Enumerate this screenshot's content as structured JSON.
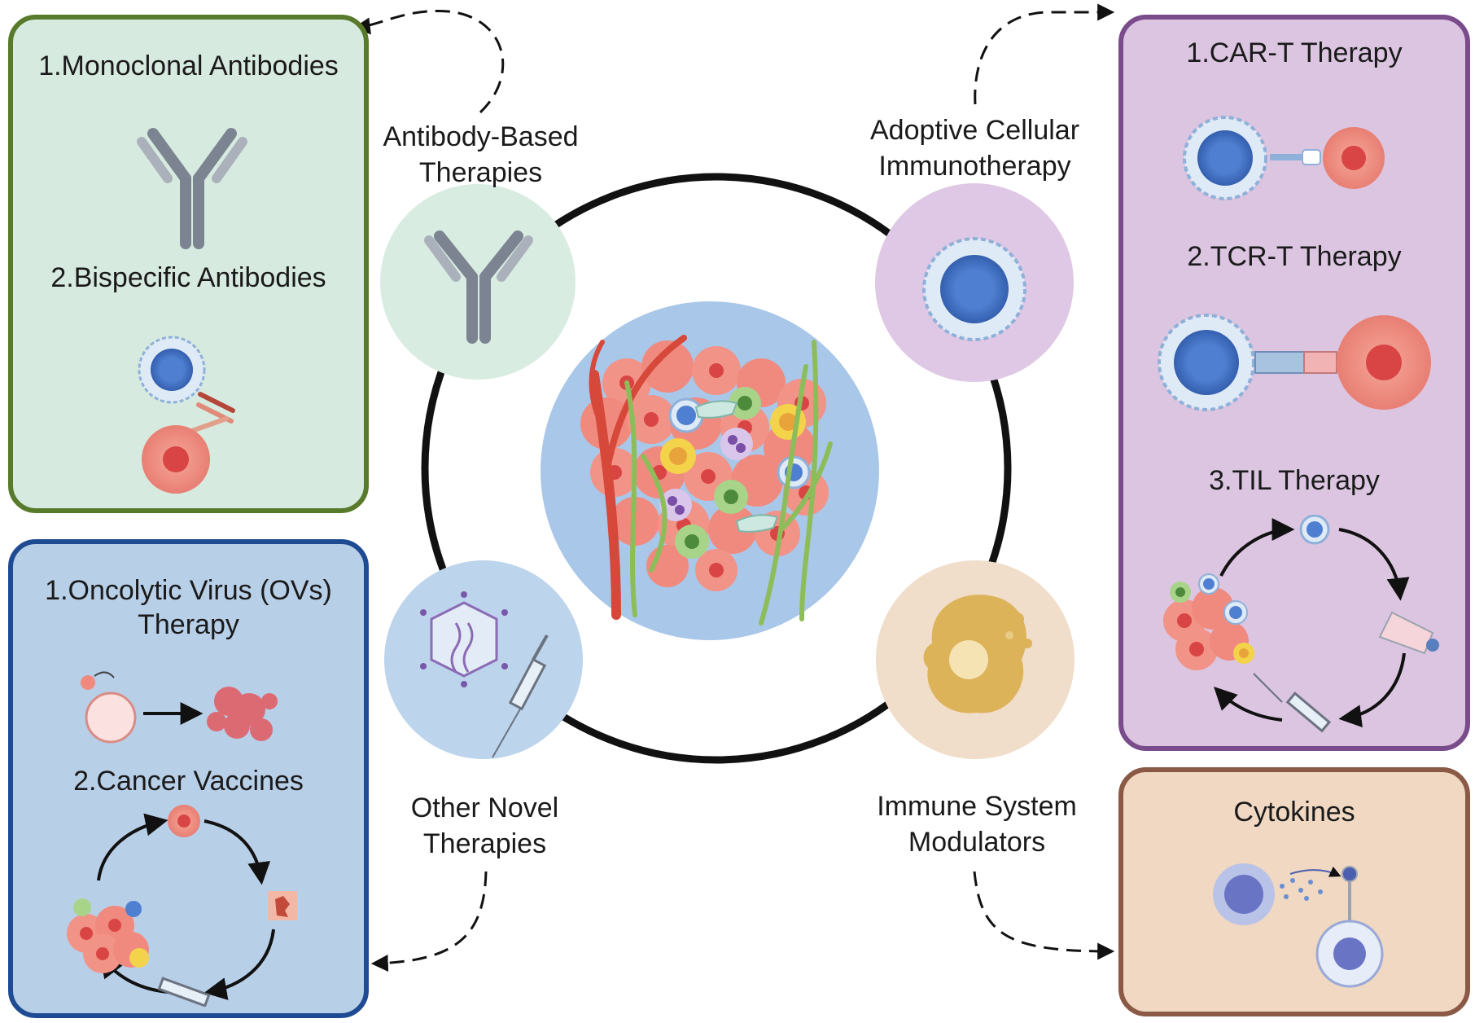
{
  "colors": {
    "antibody_panel_fill": "#d7eadf",
    "antibody_panel_border": "#587a2b",
    "ovs_panel_fill": "#b8cfe8",
    "ovs_panel_border": "#1f4b93",
    "adoptive_panel_fill": "#dcc5e1",
    "adoptive_panel_border": "#7a4c8c",
    "cytokine_panel_fill": "#f0d8c2",
    "cytokine_panel_border": "#8a5a46",
    "antibody_circle": "#d9ece2",
    "adoptive_circle": "#dfc8e5",
    "novel_circle": "#bcd4ec",
    "modulator_circle": "#f0ddca",
    "tme_circle": "#a9c7e8"
  },
  "categories": {
    "antibody": "Antibody-Based\nTherapies",
    "adoptive": "Adoptive Cellular\nImmunotherapy",
    "novel": "Other Novel\nTherapies",
    "modulators": "Immune System\nModulators"
  },
  "panels": {
    "antibody": {
      "item1": "1.Monoclonal Antibodies",
      "item2": "2.Bispecific Antibodies",
      "icons": [
        "antibody-icon",
        "t-cell-icon",
        "tumor-cell-icon"
      ]
    },
    "ovs": {
      "item1": "1.Oncolytic Virus (OVs)\nTherapy",
      "item2": "2.Cancer Vaccines",
      "icons": [
        "virus-icon",
        "lysed-tumor-icon",
        "syringe-icon"
      ]
    },
    "adoptive": {
      "item1": "1.CAR-T Therapy",
      "item2": "2.TCR-T Therapy",
      "item3": "3.TIL Therapy",
      "icons": [
        "t-cell-icon",
        "tumor-cell-icon",
        "culture-flask-icon",
        "syringe-icon"
      ]
    },
    "cytokines": {
      "title": "Cytokines",
      "icons": [
        "secreting-cell-icon",
        "receptor-cell-icon"
      ]
    }
  },
  "center": {
    "icons": [
      "tumor-microenvironment-icon",
      "blood-vessel-icon",
      "fibroblast-icon"
    ]
  }
}
